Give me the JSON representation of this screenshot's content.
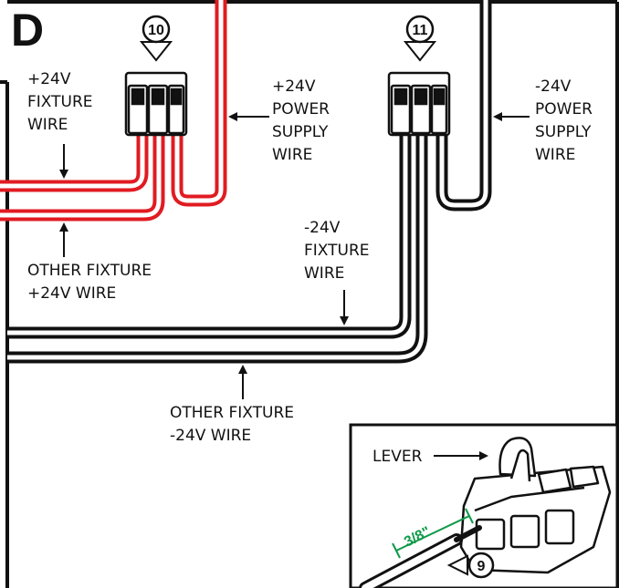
{
  "panel": {
    "letter": "D"
  },
  "steps": {
    "left": "10",
    "right": "11",
    "inset": "9"
  },
  "labels": {
    "plus_fixture": [
      "+24V",
      "FIXTURE",
      "WIRE"
    ],
    "plus_supply": [
      "+24V",
      "POWER",
      "SUPPLY",
      "WIRE"
    ],
    "minus_supply": [
      "-24V",
      "POWER",
      "SUPPLY",
      "WIRE"
    ],
    "other_plus": [
      "OTHER FIXTURE",
      "+24V WIRE"
    ],
    "minus_fixture": [
      "-24V",
      "FIXTURE",
      "WIRE"
    ],
    "other_minus": [
      "OTHER FIXTURE",
      "-24V WIRE"
    ]
  },
  "inset": {
    "lever_label": "LEVER",
    "strip_length": "3/8\""
  },
  "colors": {
    "positive_wire": "#e11b22",
    "negative_wire": "#111111",
    "measure": "#0e9a48",
    "outline": "#111111"
  }
}
